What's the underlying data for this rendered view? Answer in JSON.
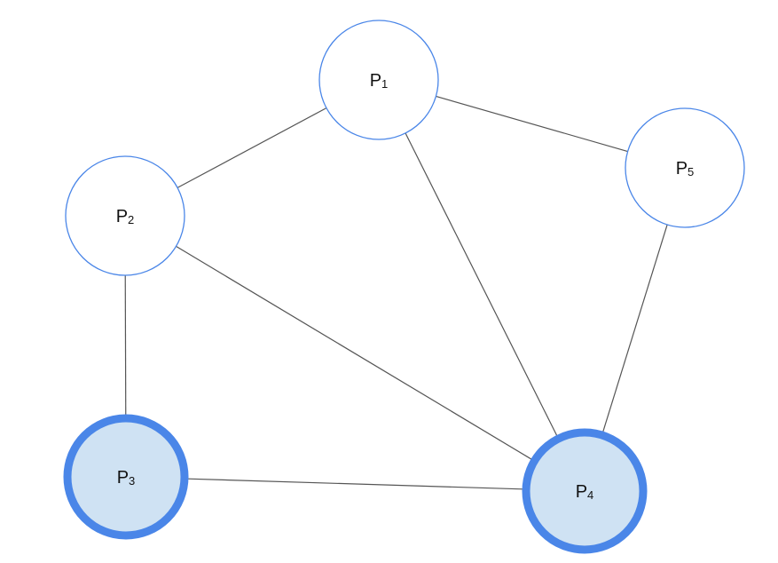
{
  "graph": {
    "nodes": [
      {
        "id": "p1",
        "letter": "P",
        "sub": "1",
        "highlighted": false
      },
      {
        "id": "p2",
        "letter": "P",
        "sub": "2",
        "highlighted": false
      },
      {
        "id": "p3",
        "letter": "P",
        "sub": "3",
        "highlighted": true
      },
      {
        "id": "p4",
        "letter": "P",
        "sub": "4",
        "highlighted": true
      },
      {
        "id": "p5",
        "letter": "P",
        "sub": "5",
        "highlighted": false
      }
    ],
    "edges": [
      [
        "p1",
        "p2"
      ],
      [
        "p1",
        "p5"
      ],
      [
        "p1",
        "p4"
      ],
      [
        "p2",
        "p3"
      ],
      [
        "p2",
        "p4"
      ],
      [
        "p3",
        "p4"
      ],
      [
        "p5",
        "p4"
      ]
    ],
    "colors": {
      "node_stroke": "#4a86e8",
      "highlight_fill": "#cfe2f3",
      "edge": "#555555"
    }
  }
}
